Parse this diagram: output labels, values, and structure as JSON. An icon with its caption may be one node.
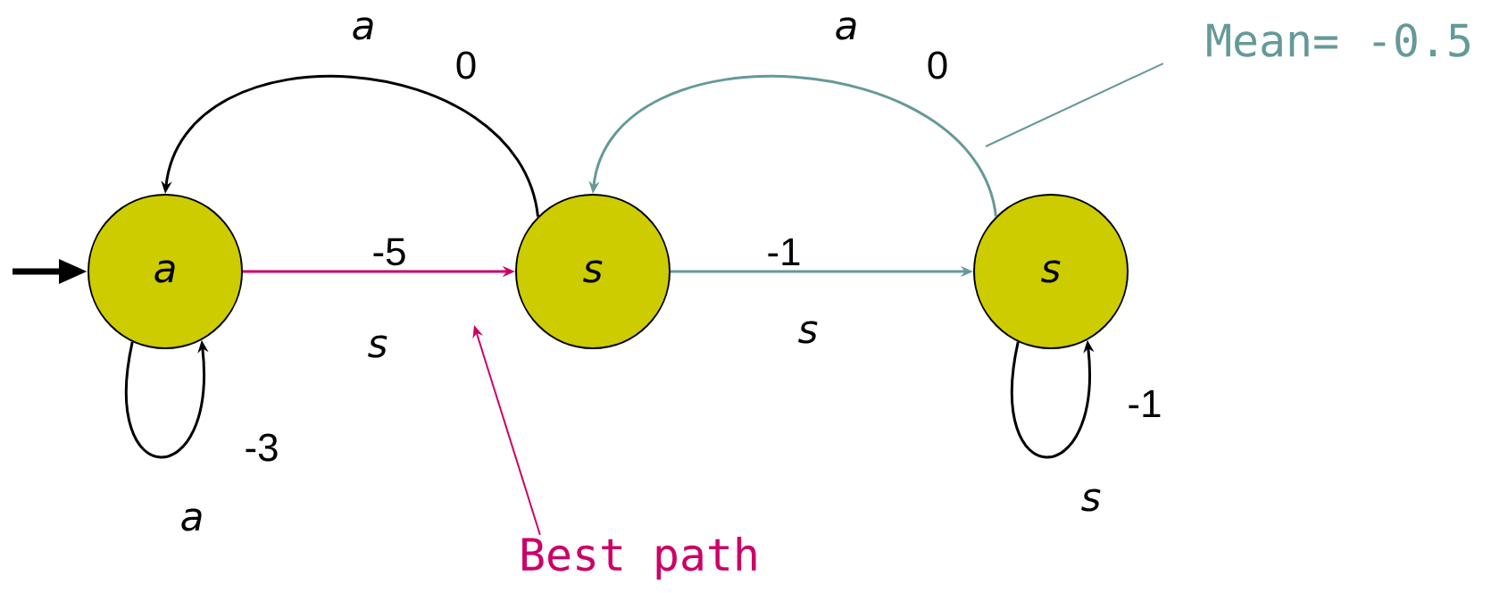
{
  "diagram": {
    "nodes": [
      {
        "text": [
          "a"
        ]
      },
      {
        "text": [
          "s"
        ]
      },
      {
        "text": [
          "s"
        ]
      },
      {
        "text": [
          "Best path"
        ]
      },
      {
        "text": [
          "Mean= -0.5"
        ]
      }
    ],
    "edges": [
      {
        "from": null,
        "to": 0,
        "arrow": "to",
        "style": "thick"
      },
      {
        "from": 0,
        "to": 1,
        "arrow": "to",
        "label": "-5",
        "color": "#cc0066"
      },
      {
        "from": 1,
        "to": 2,
        "arrow": "to",
        "label": "-1",
        "color": "#669999"
      },
      {
        "from": 1,
        "to": 0,
        "arrow": "to",
        "label": "0"
      },
      {
        "from": 2,
        "to": 1,
        "arrow": "to",
        "label": "0",
        "color": "#669999"
      },
      {
        "from": 0,
        "to": 0,
        "arrow": "to",
        "label": "-3"
      },
      {
        "from": 2,
        "to": 2,
        "arrow": "to",
        "label": "-1"
      },
      {
        "from": 3,
        "to": null,
        "arrow": "to",
        "color": "#cc0066"
      },
      {
        "from": 4,
        "to": null,
        "arrow": "none",
        "color": "#669999"
      }
    ],
    "labels": [
      "a",
      "a",
      "s",
      "s",
      "a",
      "s"
    ]
  }
}
